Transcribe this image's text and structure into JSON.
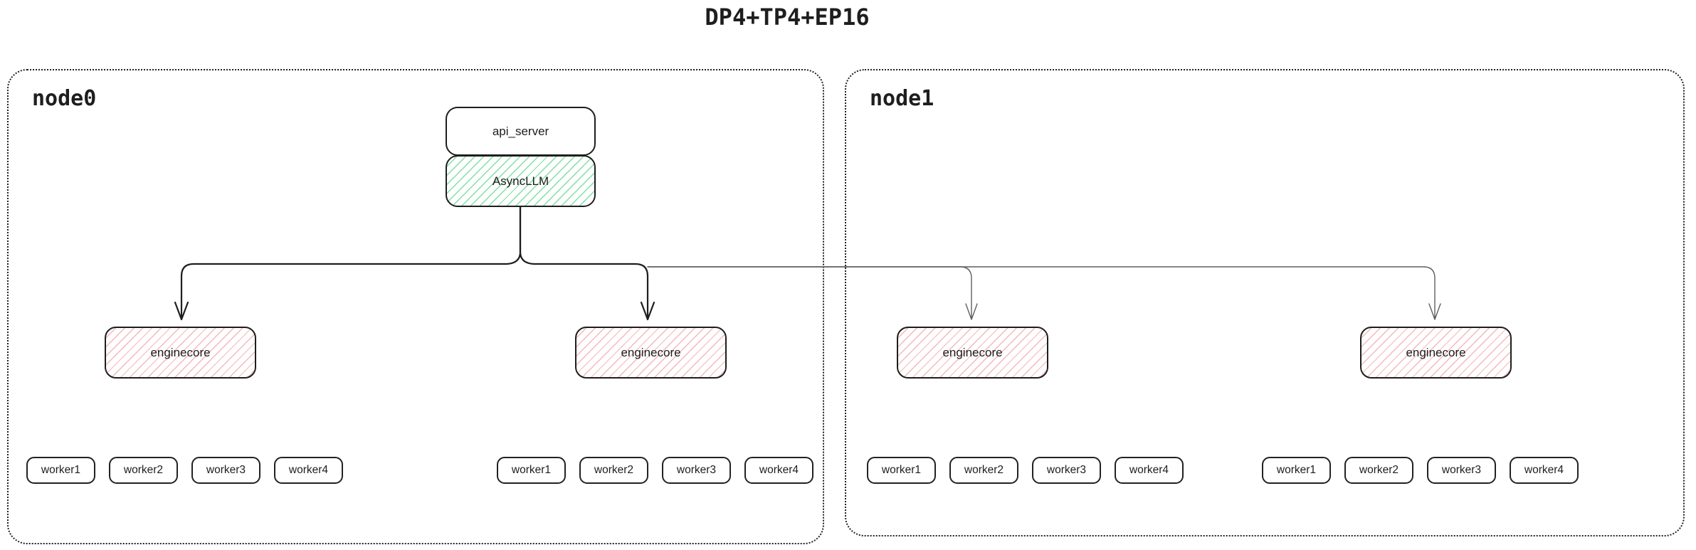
{
  "title": "DP4+TP4+EP16",
  "nodes": [
    {
      "label": "node0",
      "stack": {
        "api_server": "api_server",
        "async_llm": "AsyncLLM"
      },
      "enginecores": [
        {
          "label": "enginecore",
          "workers": [
            "worker1",
            "worker2",
            "worker3",
            "worker4"
          ]
        },
        {
          "label": "enginecore",
          "workers": [
            "worker1",
            "worker2",
            "worker3",
            "worker4"
          ]
        }
      ]
    },
    {
      "label": "node1",
      "enginecores": [
        {
          "label": "enginecore",
          "workers": [
            "worker1",
            "worker2",
            "worker3",
            "worker4"
          ]
        },
        {
          "label": "enginecore",
          "workers": [
            "worker1",
            "worker2",
            "worker3",
            "worker4"
          ]
        }
      ]
    }
  ],
  "colors": {
    "dark_stroke": "#1e1e1e",
    "thin_stroke": "#5f5f5f",
    "green_hatch": "#7fe0a2",
    "red_hatch": "#f5b8b8",
    "box_bg": "#ffffff"
  }
}
